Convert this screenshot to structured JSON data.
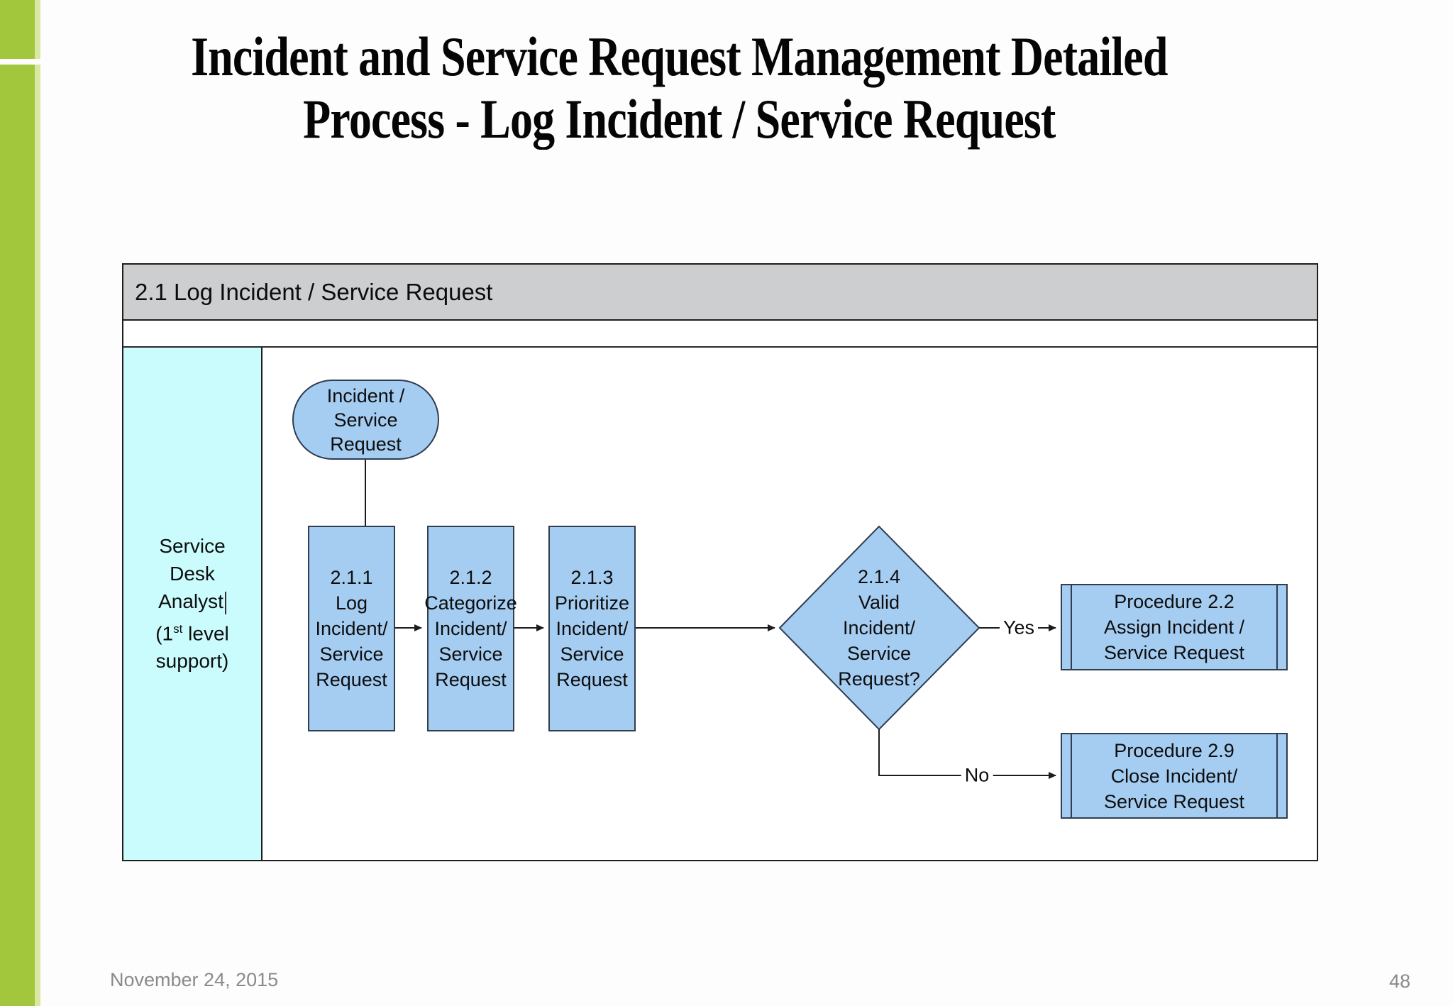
{
  "slide": {
    "title_line1": "Incident and Service Request Management Detailed",
    "title_line2": "Process - Log Incident / Service Request",
    "footer_date": "November 24, 2015",
    "page_number": "48"
  },
  "diagram": {
    "header": "2.1 Log Incident / Service Request",
    "lane": {
      "line1": "Service",
      "line2": "Desk",
      "line3": "Analyst",
      "line4_pre": "(1",
      "line4_sup": "st",
      "line4_post": " level",
      "line5": "support)"
    },
    "nodes": {
      "start": "Incident /\nService\nRequest",
      "step1": "2.1.1\nLog\nIncident/\nService\nRequest",
      "step2": "2.1.2\nCategorize\nIncident/\nService\nRequest",
      "step3": "2.1.3\nPrioritize\nIncident/\nService\nRequest",
      "decision": "2.1.4\nValid\nIncident/\nService\nRequest?",
      "proc22": "Procedure 2.2\nAssign Incident /\nService Request",
      "proc29": "Procedure 2.9\nClose Incident/\nService Request"
    },
    "edges": {
      "yes_label": "Yes",
      "no_label": "No"
    }
  },
  "colors": {
    "accent-green": "#A3C73C",
    "accent-green-edge": "#D9E7A2",
    "lane-cyan": "#CBFCFD",
    "shape-blue": "#A5CDF2",
    "shape-border": "#2E3D50",
    "header-gray": "#CDCED0",
    "line-dark": "#1C1C1C",
    "muted-gray": "#8A8A8A"
  }
}
